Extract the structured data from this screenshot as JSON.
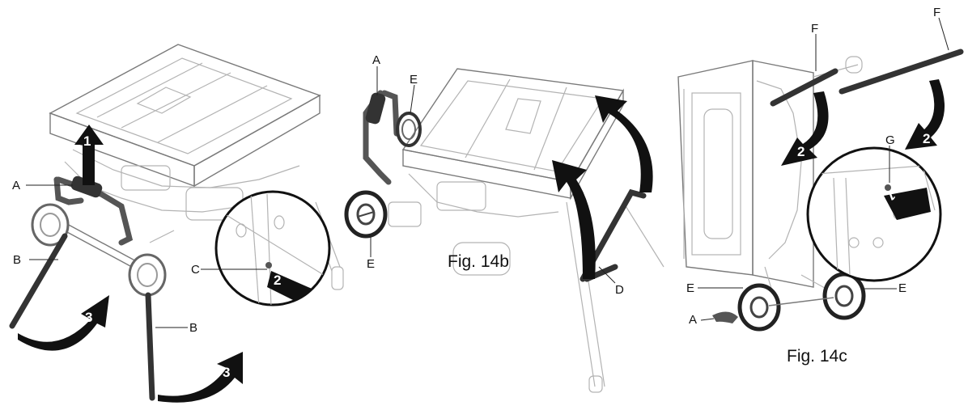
{
  "figure_14a": {
    "labels": {
      "a": "A",
      "b1": "B",
      "b2": "B",
      "c": "C"
    },
    "steps": {
      "lift": "1",
      "press": "2",
      "fold_left": "3",
      "fold_right": "3"
    }
  },
  "figure_14b": {
    "caption": "Fig. 14b",
    "labels": {
      "a": "A",
      "e_top": "E",
      "e_wheel": "E",
      "d": "D"
    }
  },
  "figure_14c": {
    "caption": "Fig. 14c",
    "labels": {
      "f_left": "F",
      "f_right": "F",
      "g": "G",
      "e_left": "E",
      "e_right": "E",
      "a": "A"
    },
    "steps": {
      "swing_left": "2",
      "swing_right": "2",
      "press": "1"
    }
  },
  "colors": {
    "line": "#7a7a7a",
    "arrow": "#111111",
    "ink": "#111111"
  }
}
